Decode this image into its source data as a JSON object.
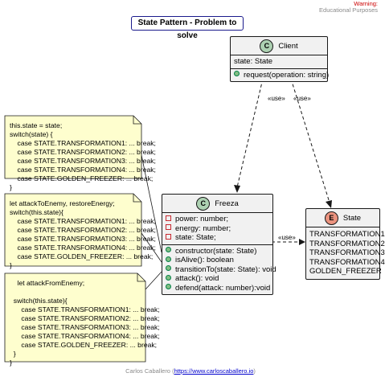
{
  "warning": {
    "line1": "Warning:",
    "line2": "Educational Purposes"
  },
  "title": "State Pattern - Problem to solve",
  "classes": {
    "client": {
      "stereotype": "C",
      "name": "Client",
      "attributes": [
        "state: State"
      ],
      "methods": [
        "request(operation: string)"
      ]
    },
    "freeza": {
      "stereotype": "C",
      "name": "Freeza",
      "attributes": [
        "power: number;",
        "energy: number;",
        "state: State;"
      ],
      "methods": [
        "constructor(state: State)",
        "isAlive(): boolean",
        "transitionTo(state: State): void",
        "attack(): void",
        "defend(attack: number):void"
      ]
    },
    "state": {
      "stereotype": "E",
      "name": "State",
      "values": [
        "TRANSFORMATION1",
        "TRANSFORMATION2",
        "TRANSFORMATION3",
        "TRANSFORMATION4",
        "GOLDEN_FREEZER"
      ]
    }
  },
  "relations": {
    "use1": "«use»",
    "use2": "«use»",
    "use3": "«use»"
  },
  "notes": [
    "this.state = state;\nswitch(state) {\n    case STATE.TRANSFORMATION1: ... break;\n    case STATE.TRANSFORMATION2: ... break;\n    case STATE.TRANSFORMATION3: ... break;\n    case STATE.TRANSFORMATION4: ... break;\n    case STATE.GOLDEN_FREEZER: ... break;\n}",
    "let attackToEnemy, restoreEnergy;\nswitch(this.state){\n    case STATE.TRANSFORMATION1: ... break;\n    case STATE.TRANSFORMATION2: ... break;\n    case STATE.TRANSFORMATION3: ... break;\n    case STATE.TRANSFORMATION4: ... break;\n    case STATE.GOLDEN_FREEZER: ... break;\n}",
    "    let attackFromEnemy;\n\n  switch(this.state){\n      case STATE.TRANSFORMATION1: ... break;\n      case STATE.TRANSFORMATION2: ... break;\n      case STATE.TRANSFORMATION3: ... break;\n      case STATE.TRANSFORMATION4: ... break;\n      case STATE.GOLDEN_FREEZER: ... break;\n  }\n}"
  ],
  "footer": {
    "author": "Carlos Caballero (",
    "link": "https://www.carloscaballero.io",
    "close": ")"
  }
}
